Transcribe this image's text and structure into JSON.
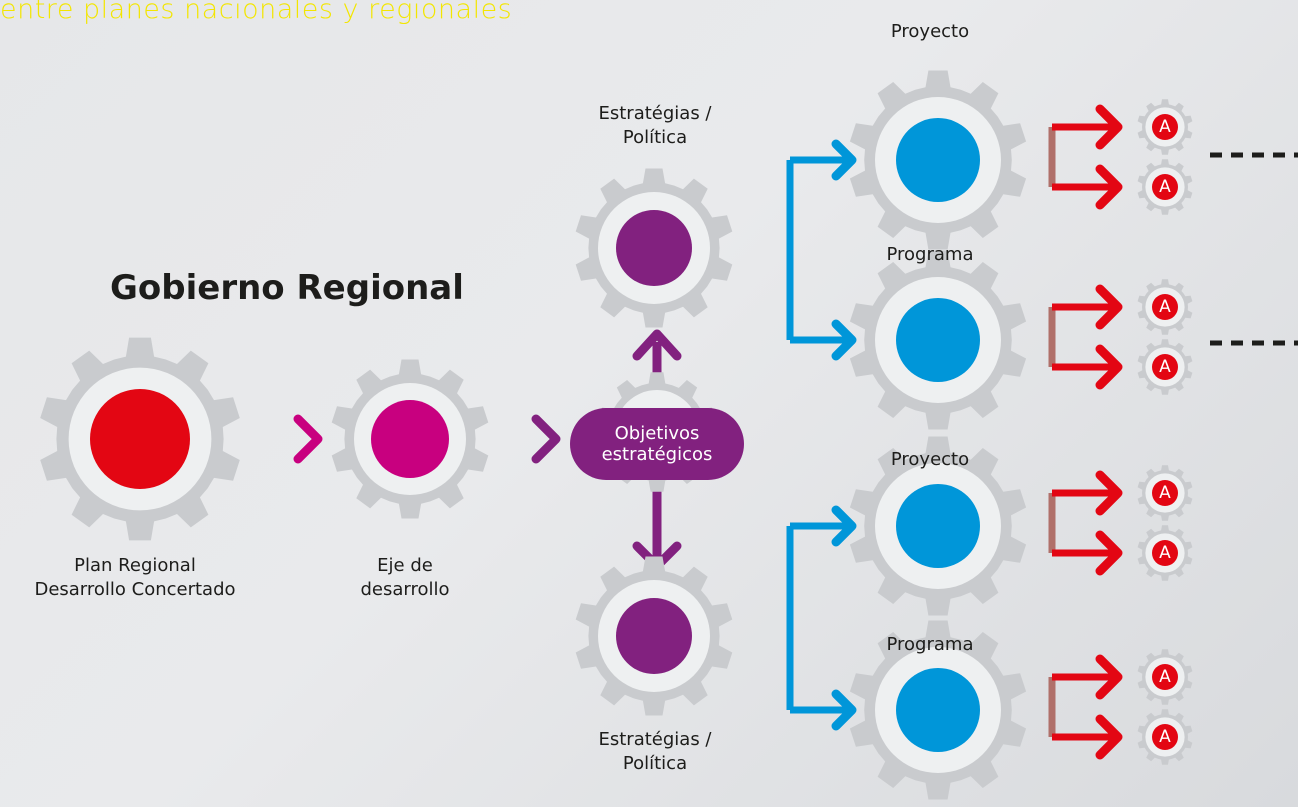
{
  "heading": "entre planes nacionales y regionales",
  "title": "Gobierno Regional",
  "plan": {
    "line1": "Plan Regional",
    "line2": "Desarrollo Concertado"
  },
  "eje": {
    "line1": "Eje de",
    "line2": "desarrollo"
  },
  "objetivos": {
    "line1": "Objetivos",
    "line2": "estratégicos"
  },
  "estrategias_top": {
    "line1": "Estratégias /",
    "line2": "Política"
  },
  "estrategias_bottom": {
    "line1": "Estratégias /",
    "line2": "Política"
  },
  "blue_nodes": [
    {
      "label": "Proyecto"
    },
    {
      "label": "Programa"
    },
    {
      "label": "Proyecto"
    },
    {
      "label": "Programa"
    }
  ],
  "activity_label": "A",
  "colors": {
    "gear": "#c9cbce",
    "gear_inner": "#eef0f1",
    "plan": "#e30613",
    "eje": "#c8007f",
    "purple": "#82217f",
    "blue": "#0096d9",
    "red": "#e30613",
    "heading": "#f3e600"
  }
}
